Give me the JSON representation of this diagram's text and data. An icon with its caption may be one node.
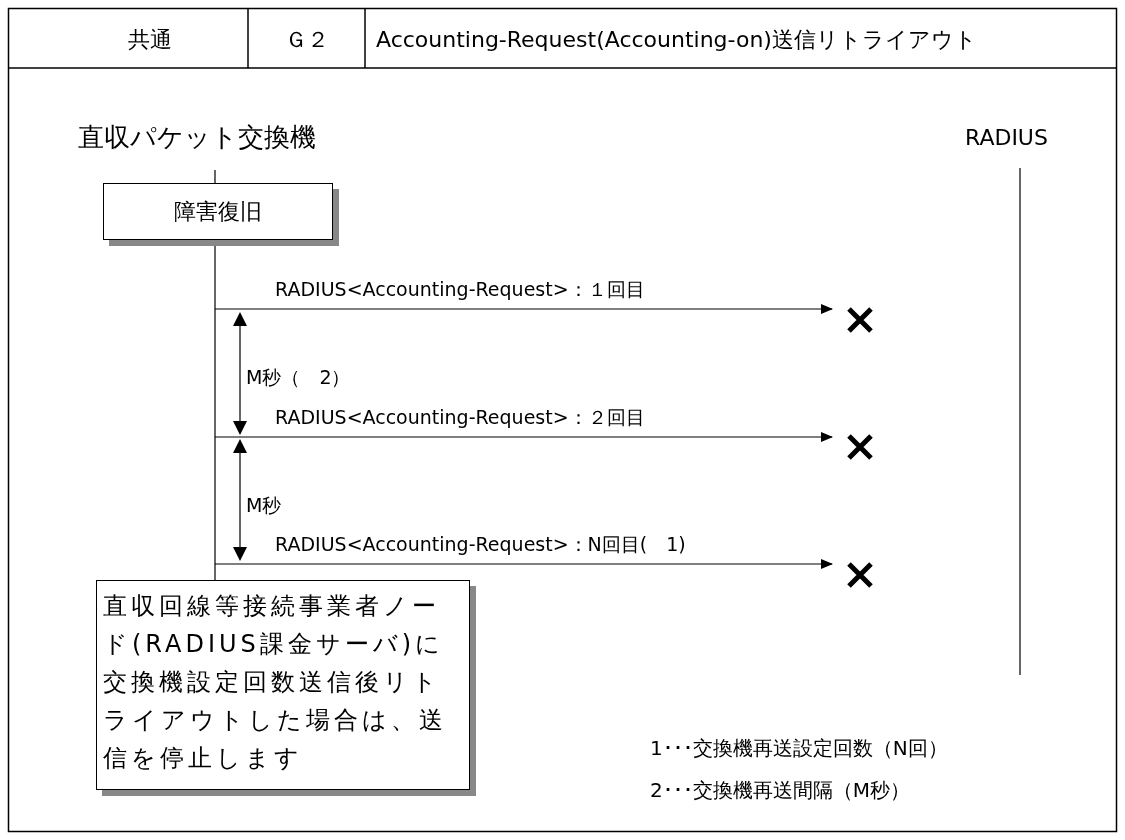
{
  "diagram": {
    "nodes": [
      {
        "text": [
          "直収パケット交換機"
        ]
      },
      {
        "text": [
          "RADIUS"
        ]
      },
      {
        "text": [
          "障害復旧"
        ]
      },
      {
        "text": [],
        "shape": "cross"
      },
      {
        "text": [],
        "shape": "cross"
      },
      {
        "text": [],
        "shape": "cross"
      },
      {
        "text": [
          "直収回線等接続事業者ノード(RADIUS課金サーバ)に交換機設定回数送信後リトライアウトした場合は、送信を停止します"
        ]
      }
    ],
    "edges": [
      {
        "from": null,
        "to": 3,
        "arrow": "to",
        "label": "RADIUS<Accounting-Request>：１回目"
      },
      {
        "from": null,
        "to": 4,
        "arrow": "to",
        "label": "RADIUS<Accounting-Request>：２回目"
      },
      {
        "from": null,
        "to": 5,
        "arrow": "to",
        "label": "RADIUS<Accounting-Request>：N回目(　1)"
      }
    ],
    "labels": [
      "共通",
      "Ｇ２",
      "Accounting-Request(Accounting-on)送信リトライアウト",
      "M秒（　2）",
      "M秒",
      "1･･･交換機再送設定回数（N回）",
      "2･･･交換機再送間隔（M秒）"
    ]
  }
}
